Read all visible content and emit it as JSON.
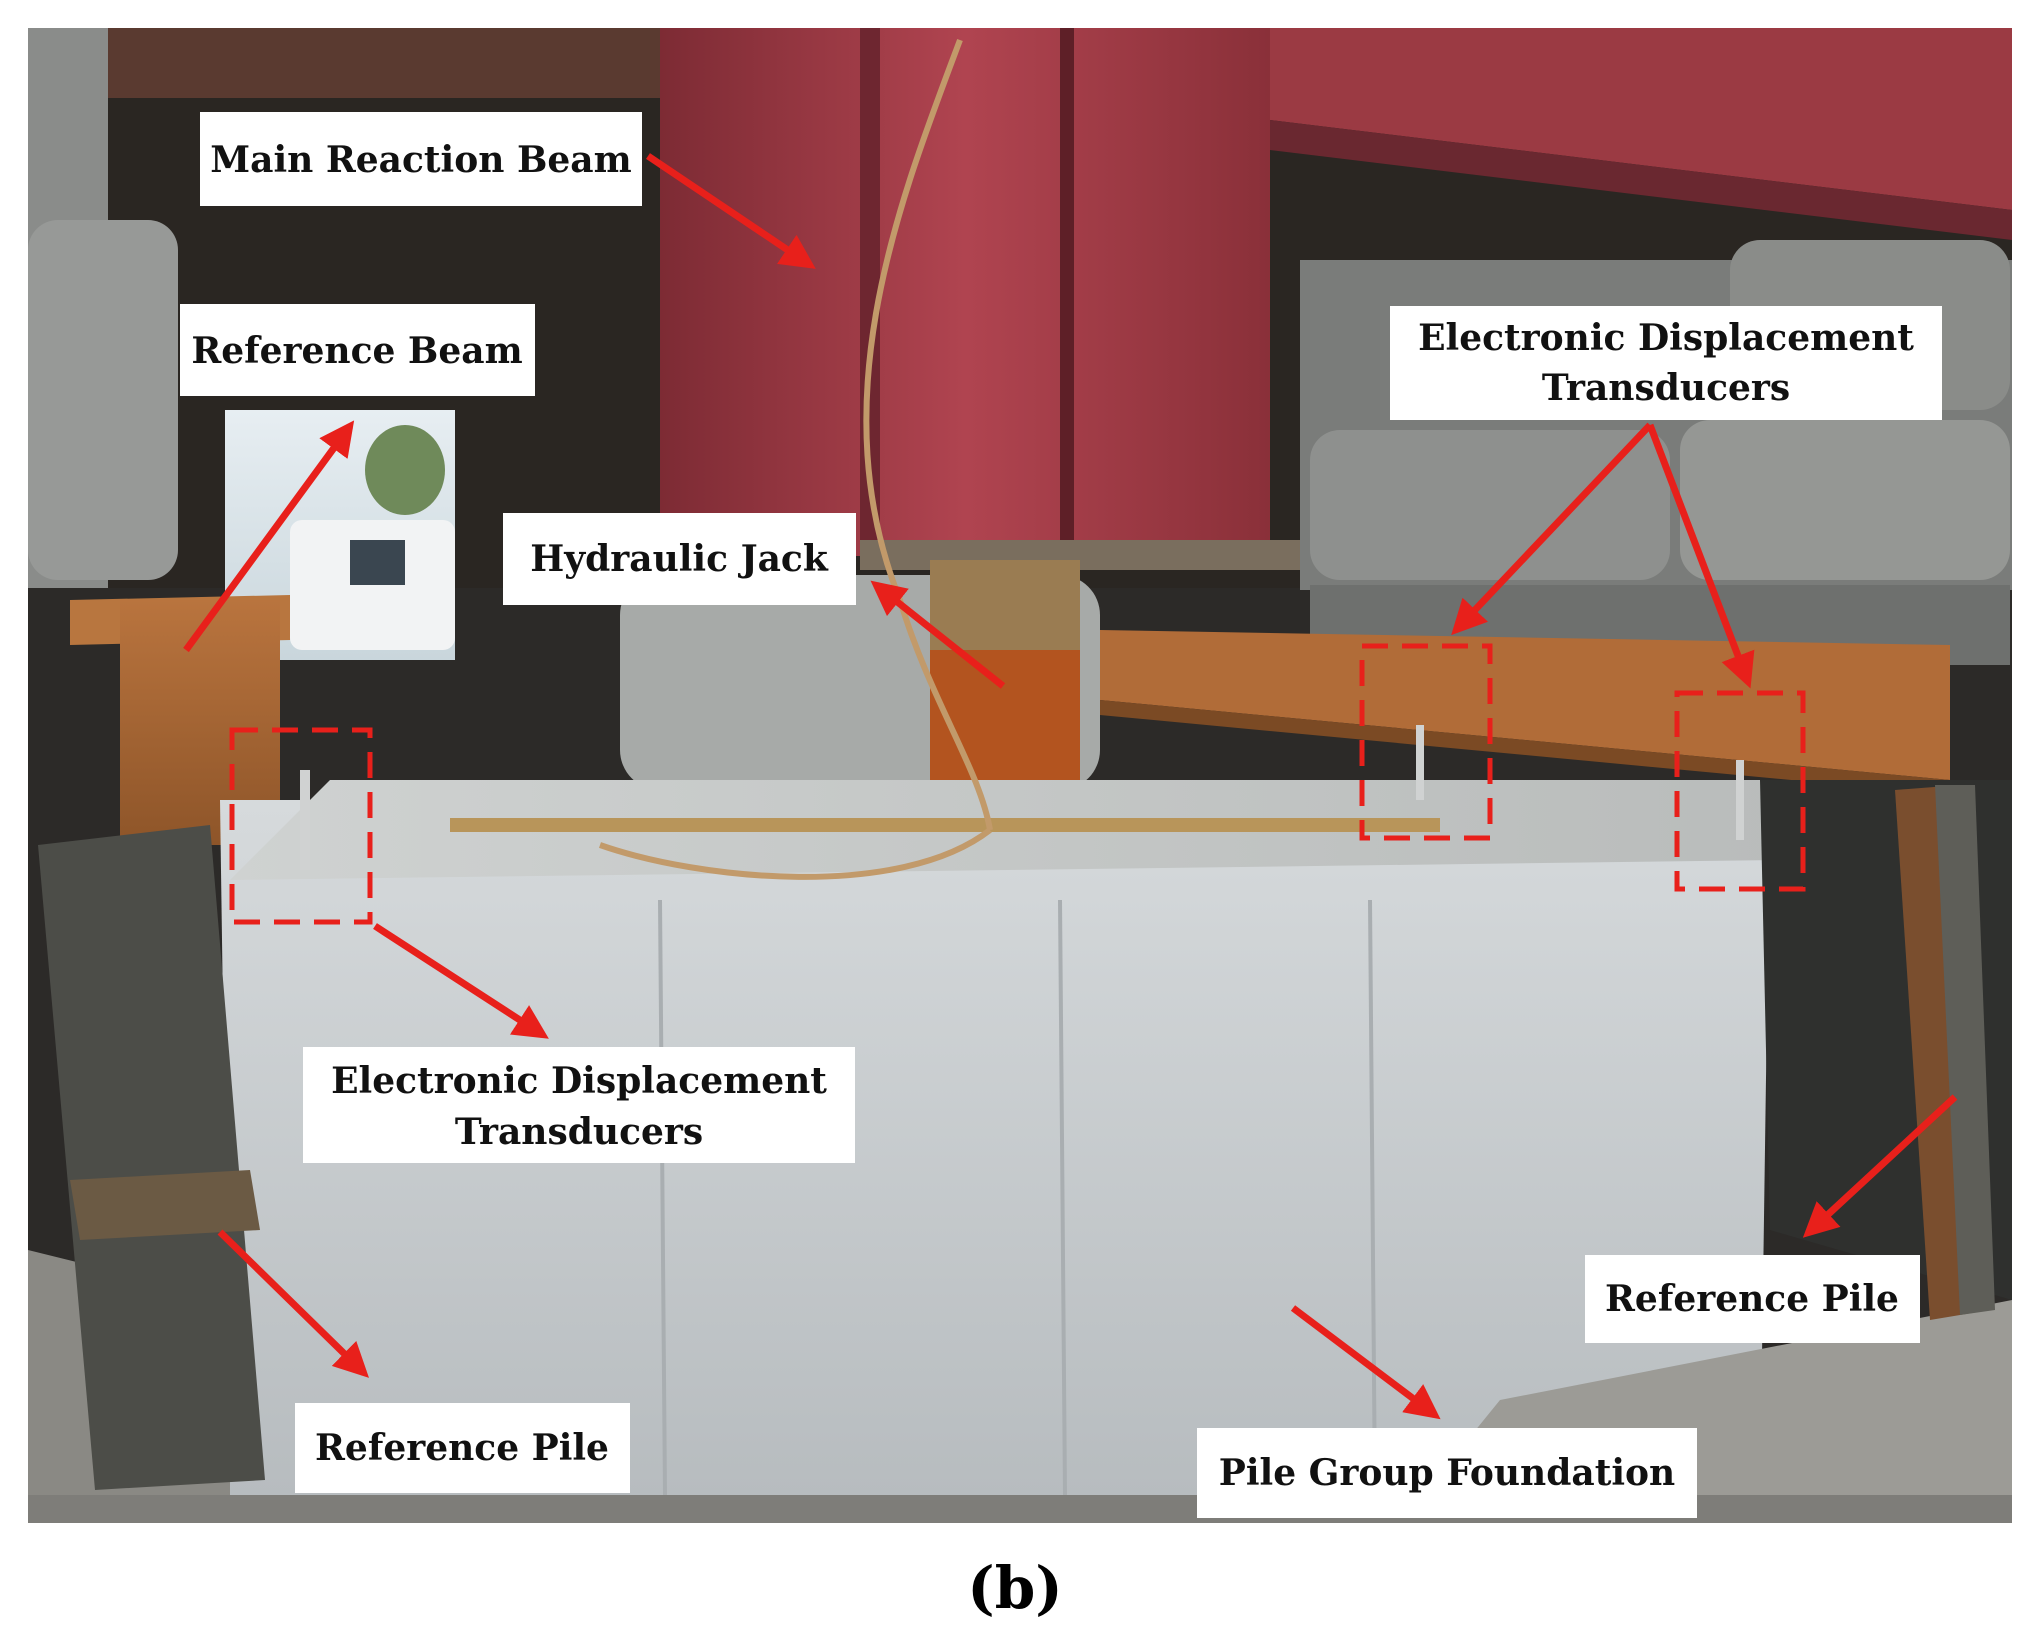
{
  "labels": {
    "main_reaction_beam": "Main Reaction Beam",
    "reference_beam": "Reference Beam",
    "hydraulic_jack": "Hydraulic Jack",
    "edt_right_line1": "Electronic Displacement",
    "edt_right_line2": "Transducers",
    "edt_left_line1": "Electronic Displacement",
    "edt_left_line2": "Transducers",
    "reference_pile_left": "Reference Pile",
    "reference_pile_right": "Reference Pile",
    "pile_group_foundation": "Pile Group Foundation"
  },
  "caption": {
    "open": "(",
    "letter": "b",
    "close": ")"
  },
  "colors": {
    "arrow": "#e8201b",
    "beam_red": "#a33b45",
    "rust": "#a3612f",
    "concrete": "#c9cdd0",
    "label_bg": "#ffffff"
  }
}
